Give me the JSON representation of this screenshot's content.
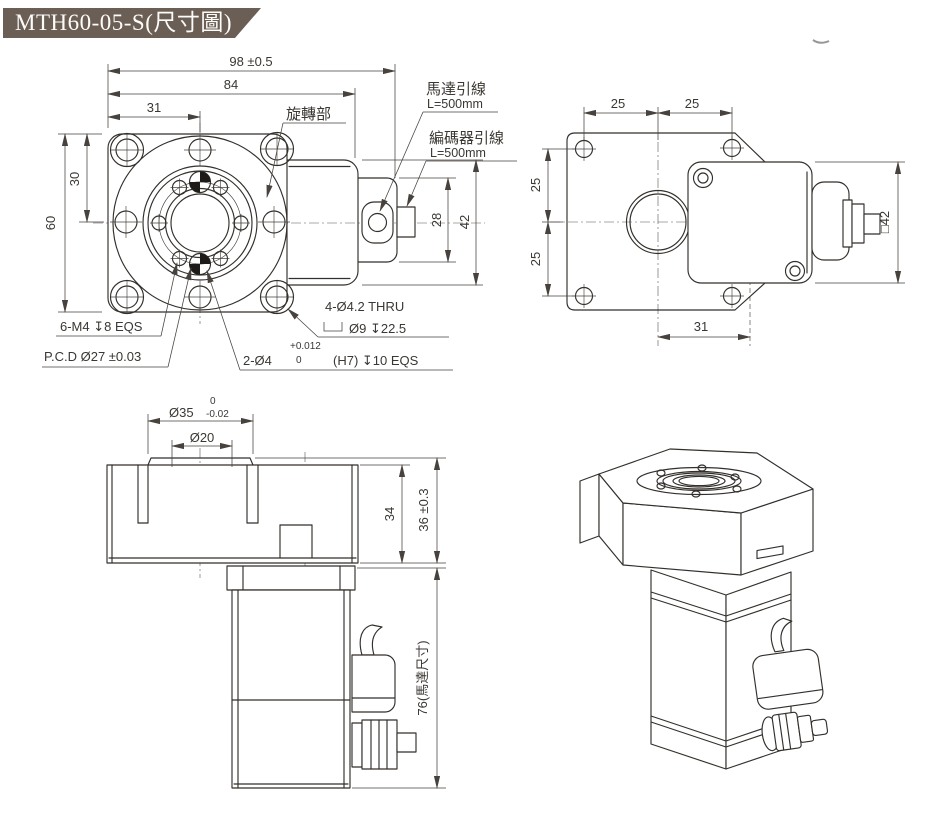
{
  "title": "MTH60-05-S(尺寸圖)",
  "colors": {
    "banner_bg": "#6a5e55",
    "banner_text": "#fdfcfa",
    "line": "#332f2b",
    "paper": "#ffffff"
  },
  "views": {
    "front": {
      "dims": {
        "overall_width": "98 ±0.5",
        "body_width": "84",
        "center_offset": "31",
        "height": "60",
        "half_height": "30",
        "motor_face_height": "28",
        "motor_height": "42"
      },
      "labels": {
        "rotating_part": "旋轉部",
        "motor_lead": "馬達引線",
        "motor_lead_length": "L=500mm",
        "encoder_lead": "編碼器引線",
        "encoder_lead_length": "L=500mm"
      },
      "notes": {
        "tap_holes": "6-M4 ↧8 EQS",
        "pcd": "P.C.D Ø27 ±0.03",
        "thru_holes": "4-Ø4.2 THRU",
        "counterbore": "Ø9 ↧22.5",
        "pin_holes_dia": "2-Ø4",
        "pin_tol_upper": "+0.012",
        "pin_tol_lower": "0",
        "pin_holes_spec": "(H7) ↧10 EQS"
      }
    },
    "rear": {
      "dims": {
        "hole_span_top_left": "25",
        "hole_span_top_right": "25",
        "hole_span_left_upper": "25",
        "hole_span_left_lower": "25",
        "motor_offset": "31",
        "motor_square": "□42"
      }
    },
    "side": {
      "dims": {
        "boss_dia": "Ø35",
        "boss_tol_upper": "0",
        "boss_tol_lower": "-0.02",
        "bore_dia": "Ø20",
        "body_height": "34",
        "overall_height": "36 ±0.3",
        "motor_length": "76(馬達尺寸)"
      }
    }
  }
}
